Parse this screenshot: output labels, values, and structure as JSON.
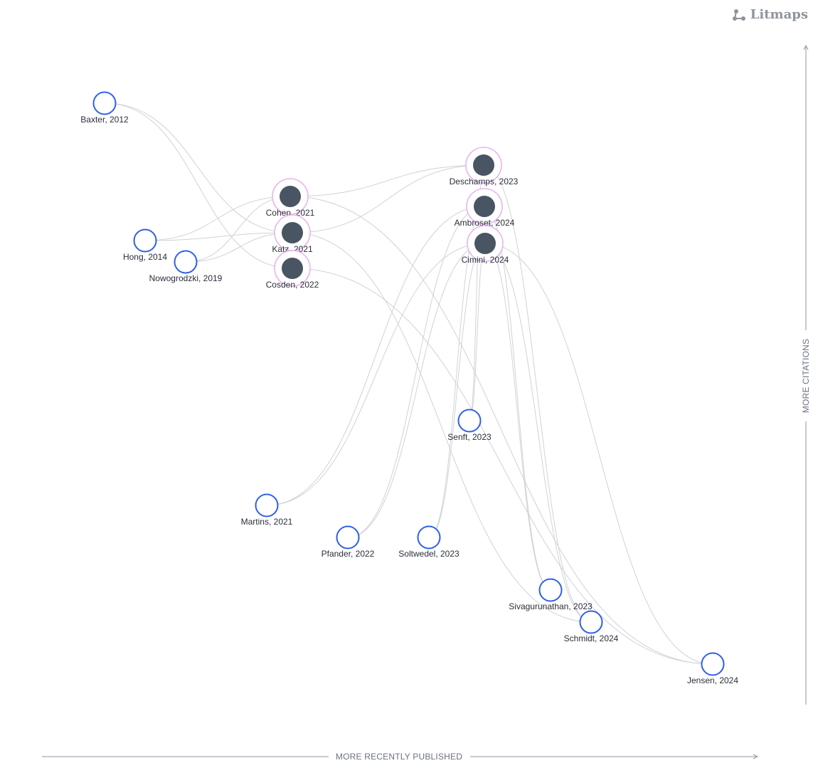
{
  "brand": {
    "name": "Litmaps",
    "icon": "graph-nodes-icon"
  },
  "axes": {
    "x_label": "MORE RECENTLY PUBLISHED",
    "y_label": "MORE CITATIONS"
  },
  "colors": {
    "seed_fill": "#4a5563",
    "seed_ring": "#e8b4ee",
    "node_stroke": "#2f5fe8",
    "edge": "#cfd2d8",
    "axis": "#8c9aa5"
  },
  "nodes": [
    {
      "id": "baxter",
      "label": "Baxter, 2012",
      "type": "regular"
    },
    {
      "id": "hong",
      "label": "Hong, 2014",
      "type": "regular"
    },
    {
      "id": "nowogrodzki",
      "label": "Nowogrodzki, 2019",
      "type": "regular"
    },
    {
      "id": "cohen",
      "label": "Cohen, 2021",
      "type": "seed"
    },
    {
      "id": "katz",
      "label": "Katz, 2021",
      "type": "seed"
    },
    {
      "id": "cosden",
      "label": "Cosden, 2022",
      "type": "seed"
    },
    {
      "id": "deschamps",
      "label": "Deschamps, 2023",
      "type": "seed"
    },
    {
      "id": "ambroset",
      "label": "Ambroset, 2024",
      "type": "seed"
    },
    {
      "id": "cimini",
      "label": "Cimini, 2024",
      "type": "seed"
    },
    {
      "id": "senft",
      "label": "Senft, 2023",
      "type": "regular"
    },
    {
      "id": "martins",
      "label": "Martins, 2021",
      "type": "regular"
    },
    {
      "id": "pfander",
      "label": "Pfander, 2022",
      "type": "regular"
    },
    {
      "id": "soltwedel",
      "label": "Soltwedel, 2023",
      "type": "regular"
    },
    {
      "id": "sivagurunathan",
      "label": "Sivagurunathan, 2023",
      "type": "regular"
    },
    {
      "id": "schmidt",
      "label": "Schmidt, 2024",
      "type": "regular"
    },
    {
      "id": "jensen",
      "label": "Jensen, 2024",
      "type": "regular"
    }
  ],
  "edges": [
    [
      "baxter",
      "katz"
    ],
    [
      "baxter",
      "cosden"
    ],
    [
      "hong",
      "cohen"
    ],
    [
      "hong",
      "katz"
    ],
    [
      "nowogrodzki",
      "cohen"
    ],
    [
      "nowogrodzki",
      "katz"
    ],
    [
      "cohen",
      "deschamps"
    ],
    [
      "katz",
      "deschamps"
    ],
    [
      "cohen",
      "jensen"
    ],
    [
      "katz",
      "schmidt"
    ],
    [
      "cosden",
      "jensen"
    ],
    [
      "deschamps",
      "senft"
    ],
    [
      "deschamps",
      "schmidt"
    ],
    [
      "ambroset",
      "martins"
    ],
    [
      "ambroset",
      "pfander"
    ],
    [
      "ambroset",
      "soltwedel"
    ],
    [
      "ambroset",
      "sivagurunathan"
    ],
    [
      "cimini",
      "martins"
    ],
    [
      "cimini",
      "pfander"
    ],
    [
      "cimini",
      "soltwedel"
    ],
    [
      "cimini",
      "senft"
    ],
    [
      "cimini",
      "sivagurunathan"
    ],
    [
      "cimini",
      "schmidt"
    ],
    [
      "cimini",
      "jensen"
    ]
  ]
}
